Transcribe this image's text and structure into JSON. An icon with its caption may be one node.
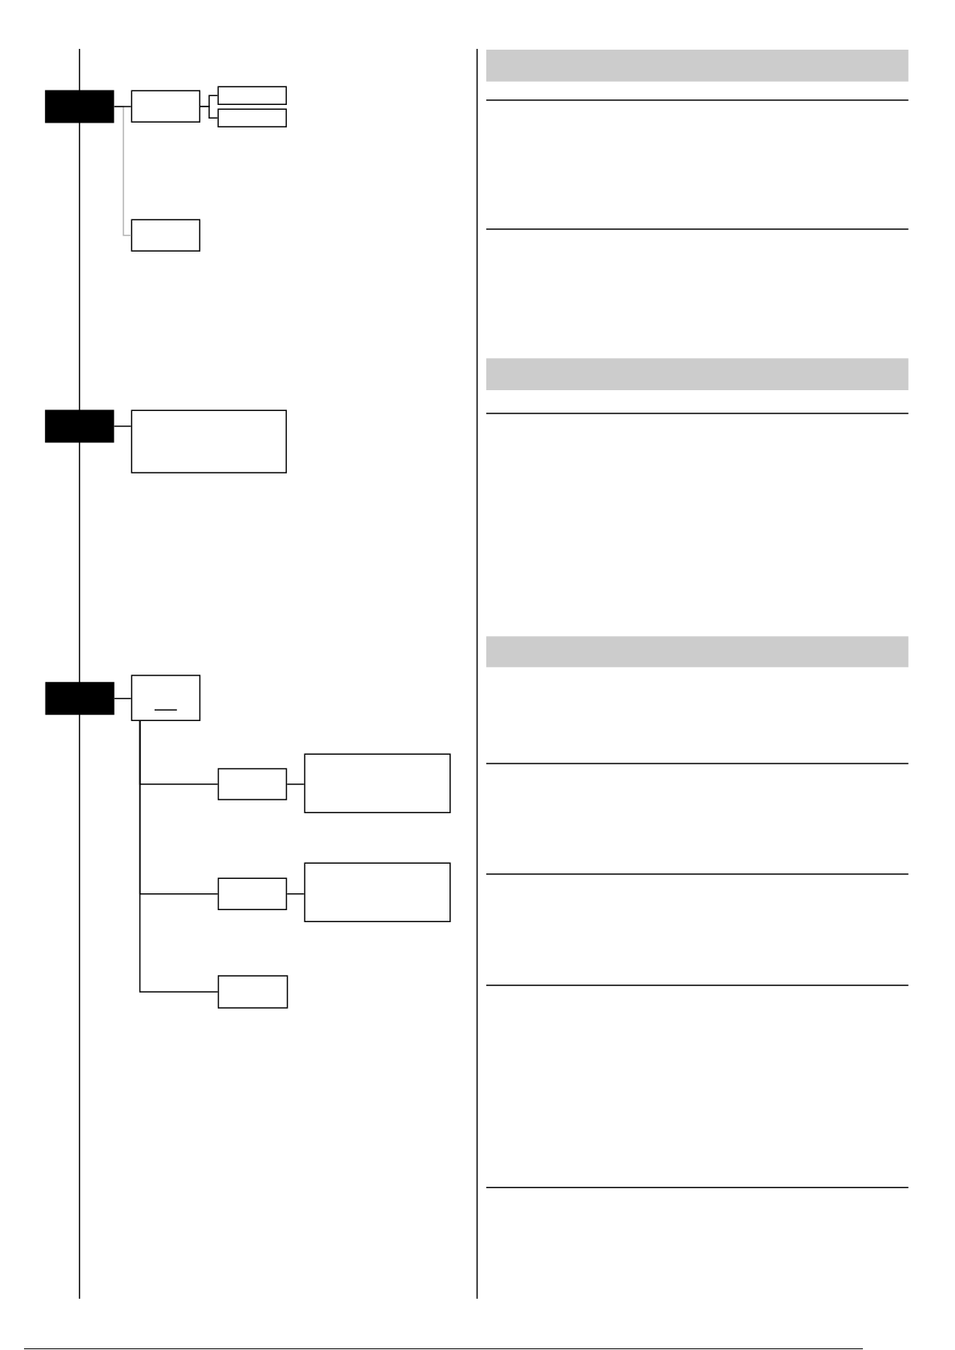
{
  "diagram": {
    "nodes": [
      {
        "text": [],
        "shape": "box"
      },
      {
        "text": [],
        "shape": "box"
      },
      {
        "text": [],
        "shape": "box"
      },
      {
        "text": [],
        "shape": "box"
      },
      {
        "text": [],
        "shape": "box"
      },
      {
        "text": [],
        "shape": "box"
      },
      {
        "text": [],
        "shape": "box"
      },
      {
        "text": [],
        "shape": "box"
      },
      {
        "text": [],
        "shape": "box"
      },
      {
        "text": [],
        "shape": "box"
      },
      {
        "text": [],
        "shape": "box"
      },
      {
        "text": [],
        "shape": "box"
      },
      {
        "text": [],
        "shape": "box"
      },
      {
        "text": [],
        "shape": "box"
      }
    ],
    "edges": [
      {
        "from": 0,
        "to": 1,
        "arrow": "none"
      },
      {
        "from": 0,
        "to": 4,
        "arrow": "none",
        "color": "#b3b3b3"
      },
      {
        "from": 1,
        "to": 2,
        "arrow": "none"
      },
      {
        "from": 1,
        "to": 3,
        "arrow": "none"
      },
      {
        "from": 5,
        "to": 6,
        "arrow": "none"
      },
      {
        "from": 7,
        "to": 8,
        "arrow": "none"
      },
      {
        "from": 8,
        "to": 9,
        "arrow": "none"
      },
      {
        "from": 8,
        "to": 11,
        "arrow": "none"
      },
      {
        "from": 8,
        "to": 13,
        "arrow": "none"
      },
      {
        "from": 9,
        "to": 10,
        "arrow": "none"
      },
      {
        "from": 11,
        "to": 12,
        "arrow": "none"
      }
    ]
  }
}
